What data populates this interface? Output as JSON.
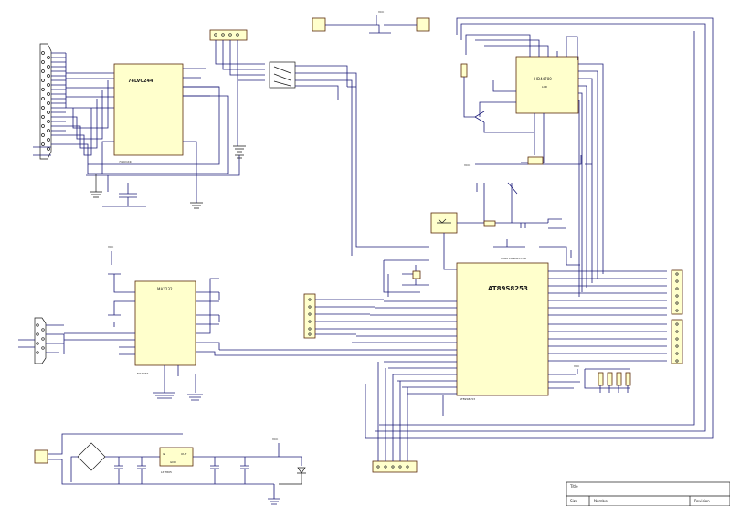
{
  "chips": {
    "buffer": {
      "label": "74LVC244",
      "sub": "74LVC244"
    },
    "lcd": {
      "label": "HD44780",
      "sub": "LCD"
    },
    "rs232": {
      "label": "MAX232",
      "sub": "MAX232"
    },
    "mcu": {
      "label": "AT89S8253",
      "sub": "AT89S8253",
      "top": "MAIN CONNECTOR"
    },
    "regulator": {
      "label": "IN",
      "out": "OUT",
      "gnd": "GND",
      "sub": "LM7805"
    }
  },
  "power": {
    "vcc": "VCC"
  },
  "title_block": {
    "title": "Title",
    "size": "Size",
    "number": "Number",
    "revision": "Revision"
  }
}
